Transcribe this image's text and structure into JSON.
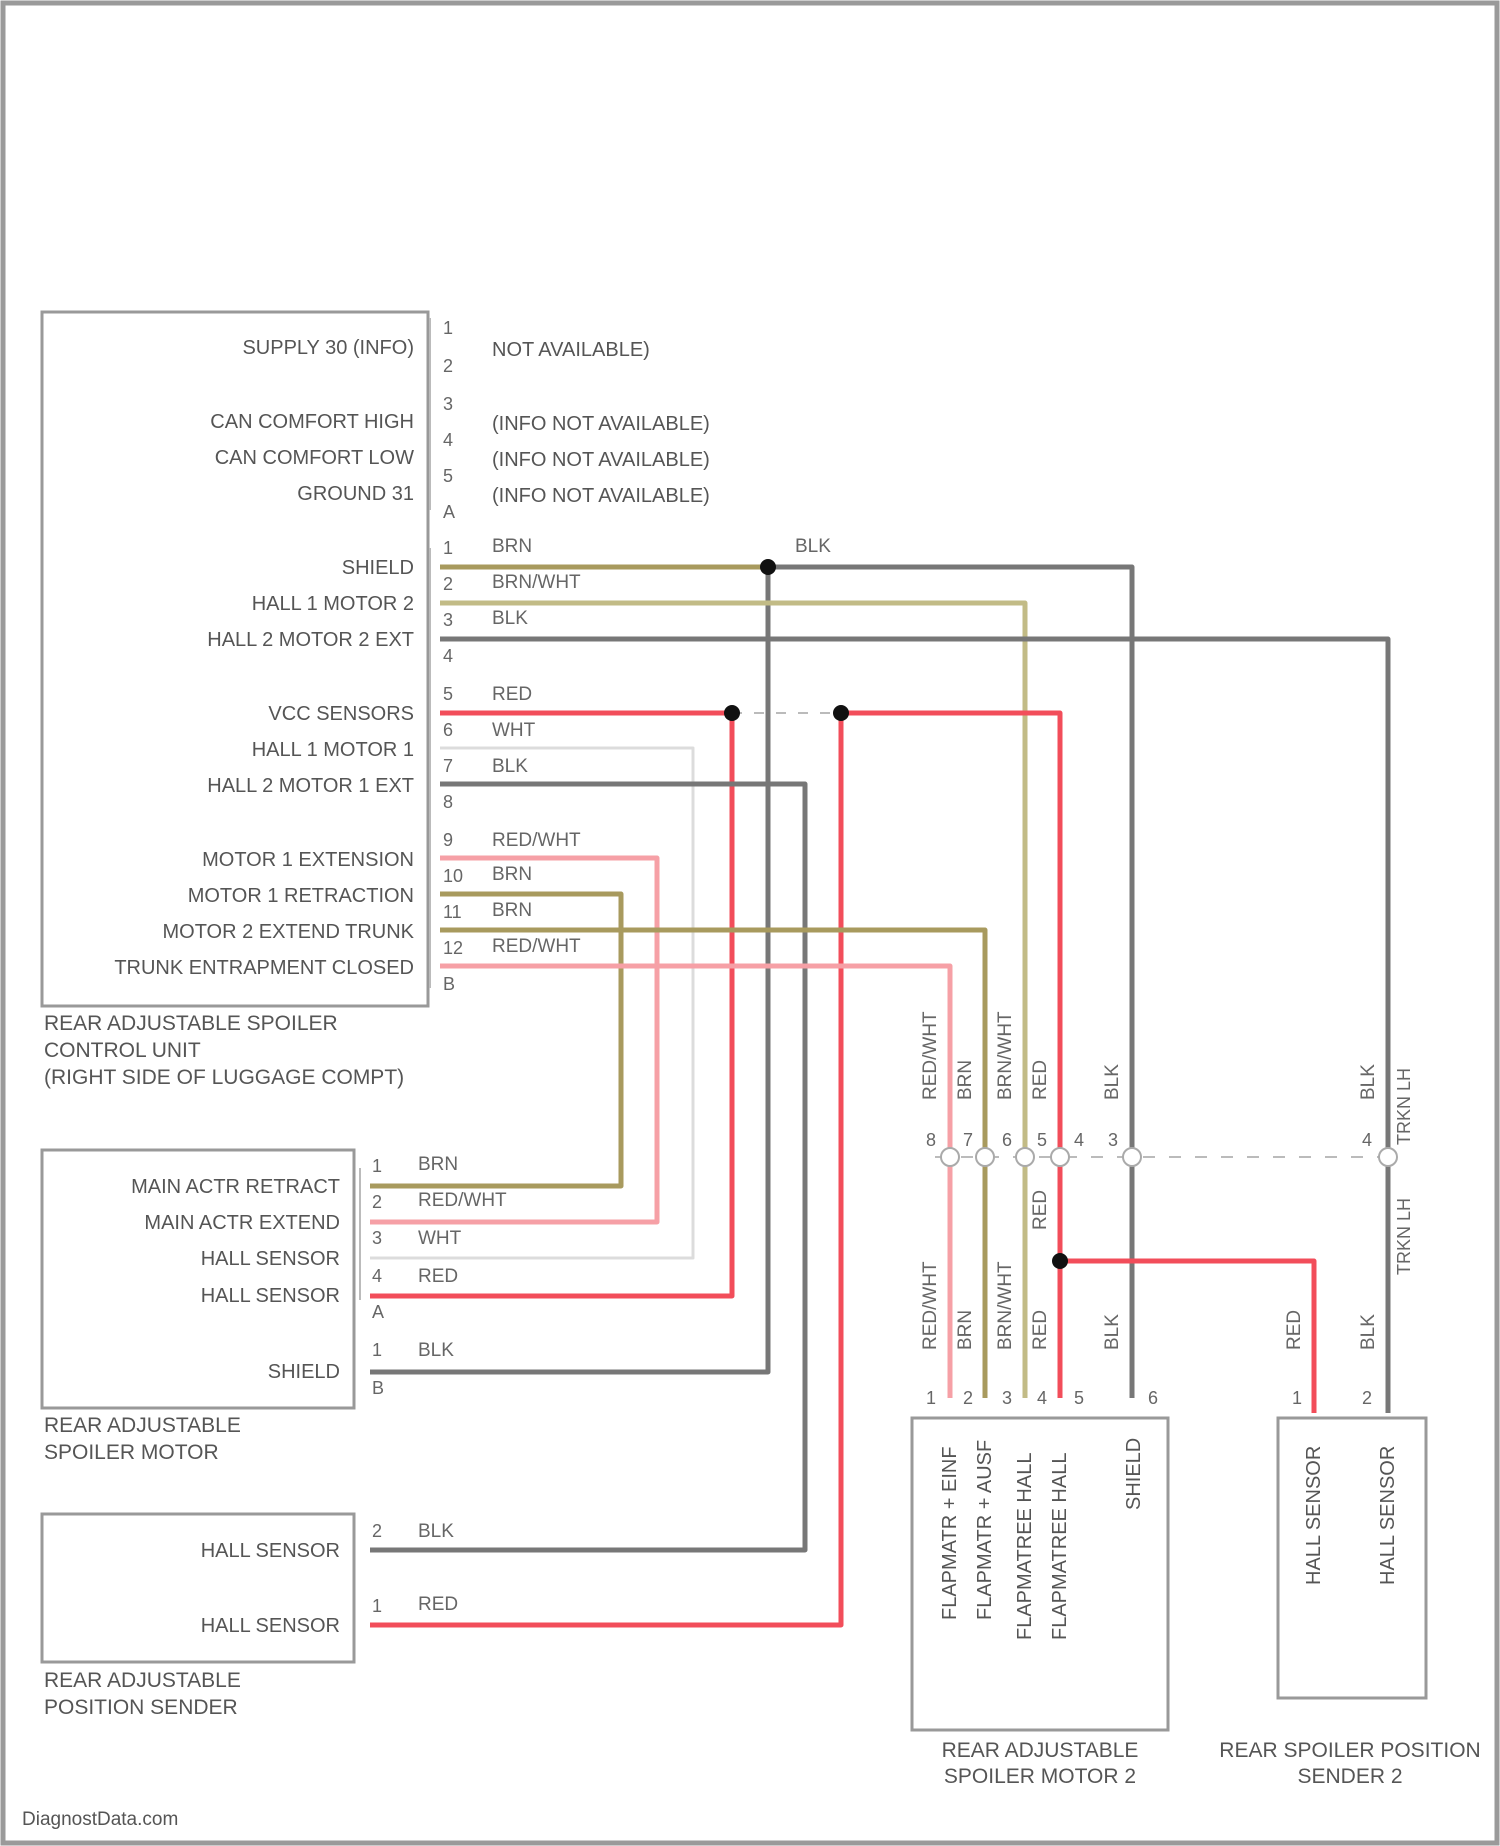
{
  "watermark": "DiagnostData.com",
  "colors": {
    "BRN": "#a89a5e",
    "BRN/WHT": "#c2bb86",
    "BLK": "#777777",
    "RED": "#f24d5a",
    "RED/WHT": "#f6a0a6",
    "WHT": "#d8d8d8"
  },
  "control_unit": {
    "caption": [
      "REAR ADJUSTABLE SPOILER",
      "CONTROL UNIT",
      "(RIGHT SIDE OF LUGGAGE COMPT)"
    ],
    "conn_a": "A",
    "conn_b": "B",
    "pins_a": [
      {
        "pin": "1",
        "label": "SUPPLY 30 (INFO)",
        "note": "NOT AVAILABLE)"
      },
      {
        "pin": "2",
        "label": "",
        "note": ""
      },
      {
        "pin": "3",
        "label": "CAN COMFORT HIGH",
        "note": "(INFO NOT AVAILABLE)"
      },
      {
        "pin": "4",
        "label": "CAN COMFORT LOW",
        "note": "(INFO NOT AVAILABLE)"
      },
      {
        "pin": "5",
        "label": "GROUND 31",
        "note": "(INFO NOT AVAILABLE)"
      }
    ],
    "pins_b": [
      {
        "pin": "1",
        "label": "SHIELD",
        "wire": "BRN"
      },
      {
        "pin": "2",
        "label": "HALL 1 MOTOR 2",
        "wire": "BRN/WHT"
      },
      {
        "pin": "3",
        "label": "HALL 2 MOTOR 2 EXT",
        "wire": "BLK"
      },
      {
        "pin": "4",
        "label": "",
        "wire": ""
      },
      {
        "pin": "5",
        "label": "VCC SENSORS",
        "wire": "RED"
      },
      {
        "pin": "6",
        "label": "HALL 1 MOTOR 1",
        "wire": "WHT"
      },
      {
        "pin": "7",
        "label": "HALL 2 MOTOR 1 EXT",
        "wire": "BLK"
      },
      {
        "pin": "8",
        "label": "",
        "wire": ""
      },
      {
        "pin": "9",
        "label": "MOTOR 1 EXTENSION",
        "wire": "RED/WHT"
      },
      {
        "pin": "10",
        "label": "MOTOR 1 RETRACTION",
        "wire": "BRN"
      },
      {
        "pin": "11",
        "label": "MOTOR 2 EXTEND TRUNK",
        "wire": "BRN"
      },
      {
        "pin": "12",
        "label": "TRUNK ENTRAPMENT CLOSED",
        "wire": "RED/WHT"
      }
    ],
    "junction_wire": "BLK"
  },
  "spoiler_motor": {
    "caption": [
      "REAR ADJUSTABLE",
      "SPOILER MOTOR"
    ],
    "conn_a": "A",
    "conn_b": "B",
    "pins_a": [
      {
        "pin": "1",
        "label": "MAIN ACTR RETRACT",
        "wire": "BRN"
      },
      {
        "pin": "2",
        "label": "MAIN ACTR EXTEND",
        "wire": "RED/WHT"
      },
      {
        "pin": "3",
        "label": "HALL SENSOR",
        "wire": "WHT"
      },
      {
        "pin": "4",
        "label": "HALL SENSOR",
        "wire": "RED"
      }
    ],
    "pins_b": [
      {
        "pin": "1",
        "label": "SHIELD",
        "wire": "BLK"
      }
    ]
  },
  "position_sender": {
    "caption": [
      "REAR ADJUSTABLE",
      "POSITION SENDER"
    ],
    "pins": [
      {
        "pin": "2",
        "label": "HALL SENSOR",
        "wire": "BLK"
      },
      {
        "pin": "1",
        "label": "HALL SENSOR",
        "wire": "RED"
      }
    ]
  },
  "inline_connector": {
    "pins": [
      "8",
      "7",
      "6",
      "5",
      "4",
      "3"
    ],
    "wires_above": [
      "RED/WHT",
      "BRN",
      "BRN/WHT",
      "RED",
      "BLK"
    ],
    "right_pin": "4",
    "right_wire": "BLK",
    "right_label_top": "TRKN LH",
    "right_label_bottom": "TRKN LH"
  },
  "spoiler_motor_2": {
    "caption": [
      "REAR ADJUSTABLE",
      "SPOILER MOTOR 2"
    ],
    "pin_numbers": [
      "1",
      "2",
      "3",
      "4",
      "5",
      "6"
    ],
    "wires": [
      "RED/WHT",
      "BRN",
      "BRN/WHT",
      "RED",
      "BLK"
    ],
    "labels": [
      "FLAPMATR + EINF",
      "FLAPMATR + AUSF",
      "FLAPMATREE HALL",
      "FLAPMATREE HALL",
      "SHIELD"
    ],
    "branch_wire": "RED"
  },
  "position_sender_2": {
    "caption": [
      "REAR SPOILER POSITION",
      "SENDER 2"
    ],
    "pin_numbers": [
      "1",
      "2"
    ],
    "wires": [
      "RED",
      "BLK"
    ],
    "labels": [
      "HALL SENSOR",
      "HALL SENSOR"
    ]
  }
}
